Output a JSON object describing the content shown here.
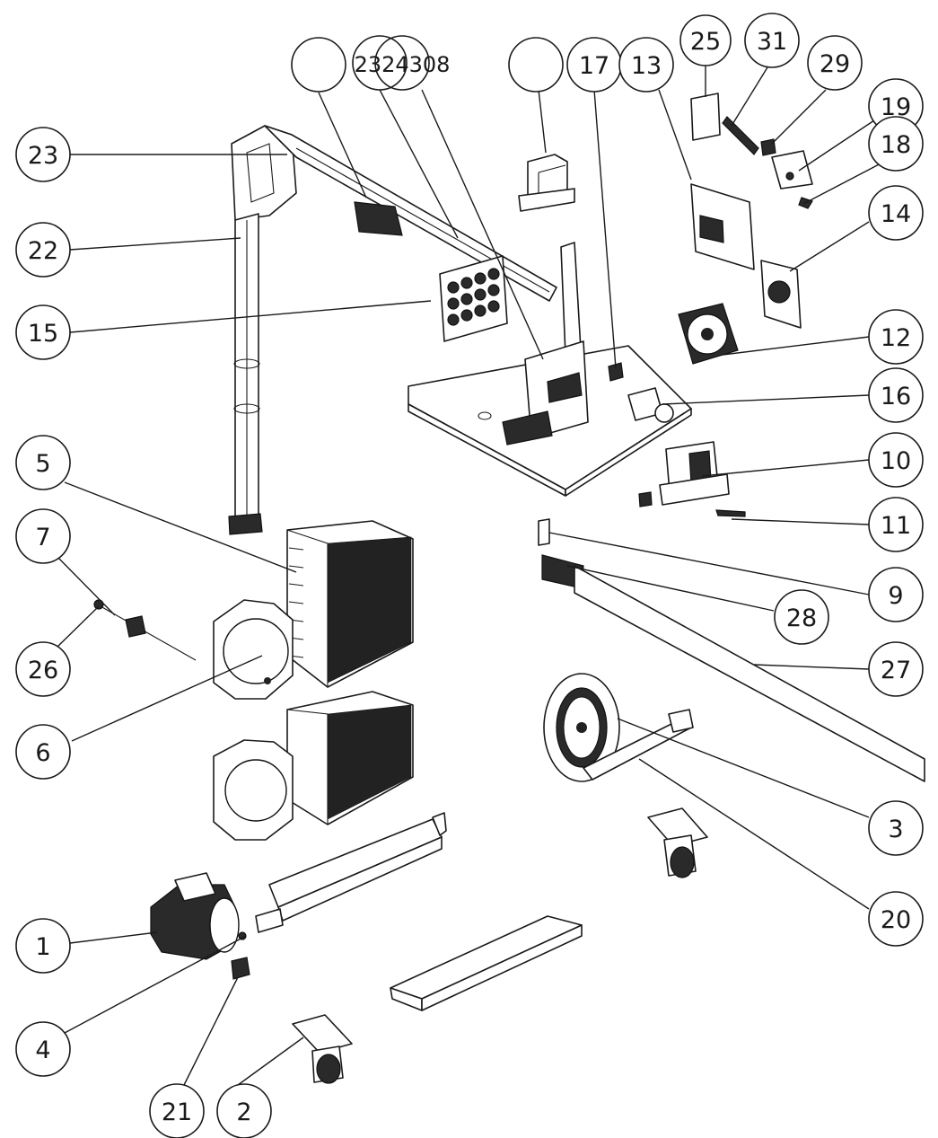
{
  "balloons": [
    {
      "id": "b-23",
      "label": "23"
    },
    {
      "id": "b-22",
      "label": "22"
    },
    {
      "id": "b-15",
      "label": "15"
    },
    {
      "id": "b-5",
      "label": "5"
    },
    {
      "id": "b-7",
      "label": "7"
    },
    {
      "id": "b-26",
      "label": "26"
    },
    {
      "id": "b-6",
      "label": "6"
    },
    {
      "id": "b-1",
      "label": "1"
    },
    {
      "id": "b-4",
      "label": "4"
    },
    {
      "id": "b-21",
      "label": "21"
    },
    {
      "id": "b-2",
      "label": "2"
    },
    {
      "id": "b-blank-1",
      "label": ""
    },
    {
      "id": "b-2324308",
      "label": "2324308"
    },
    {
      "id": "b-blank-2",
      "label": ""
    },
    {
      "id": "b-17",
      "label": "17"
    },
    {
      "id": "b-13",
      "label": "13"
    },
    {
      "id": "b-25",
      "label": "25"
    },
    {
      "id": "b-31",
      "label": "31"
    },
    {
      "id": "b-29",
      "label": "29"
    },
    {
      "id": "b-19",
      "label": "19"
    },
    {
      "id": "b-18",
      "label": "18"
    },
    {
      "id": "b-14",
      "label": "14"
    },
    {
      "id": "b-12",
      "label": "12"
    },
    {
      "id": "b-16",
      "label": "16"
    },
    {
      "id": "b-10",
      "label": "10"
    },
    {
      "id": "b-11",
      "label": "11"
    },
    {
      "id": "b-9",
      "label": "9"
    },
    {
      "id": "b-28",
      "label": "28"
    },
    {
      "id": "b-27",
      "label": "27"
    },
    {
      "id": "b-3",
      "label": "3"
    },
    {
      "id": "b-20",
      "label": "20"
    }
  ]
}
